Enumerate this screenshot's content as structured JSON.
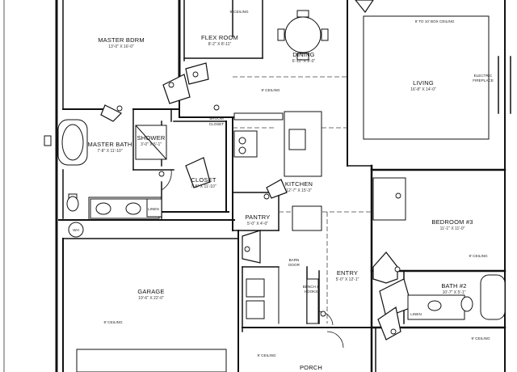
{
  "rooms": [
    {
      "key": "master_bdrm",
      "name": "MASTER BDRM",
      "dims": "13'-0\" X 16'-0\""
    },
    {
      "key": "flex_room",
      "name": "FLEX ROOM",
      "dims": "8'-2\" X 8'-11\""
    },
    {
      "key": "dining",
      "name": "DINING",
      "dims": "6'-11\" X 9'-0\""
    },
    {
      "key": "living",
      "name": "LIVING",
      "dims": "16'-8\" X 14'-0\""
    },
    {
      "key": "master_bath",
      "name": "MASTER BATH",
      "dims": "7'-8\" X 11'-10\""
    },
    {
      "key": "shower",
      "name": "SHOWER",
      "dims": "3'-0\" X 5'-1\""
    },
    {
      "key": "closet",
      "name": "CLOSET",
      "dims": "7'-5\" X 11'-10\""
    },
    {
      "key": "kitchen",
      "name": "KITCHEN",
      "dims": "12'-7\" X 15'-3\""
    },
    {
      "key": "pantry",
      "name": "PANTRY",
      "dims": "5'-0\" X 4'-0\""
    },
    {
      "key": "bedroom3",
      "name": "BEDROOM #3",
      "dims": "11'-1\" X 11'-0\""
    },
    {
      "key": "garage",
      "name": "GARAGE",
      "dims": "19'-6\" X 22'-0\""
    },
    {
      "key": "entry",
      "name": "ENTRY",
      "dims": "5'-0\" X 12'-1\""
    },
    {
      "key": "bath2",
      "name": "BATH #2",
      "dims": "10'-7\" X 5'-1\""
    },
    {
      "key": "porch",
      "name": "PORCH",
      "dims": ""
    }
  ],
  "notes": {
    "ceiling_flex": "9' CEILING",
    "box_ceiling": "9' TO 10' BOX CEILING",
    "ceiling_hall": "9' CEILING",
    "broom_closet_1": "BROOM",
    "broom_closet_2": "CLOSET",
    "electric_1": "ELECTRIC",
    "electric_2": "FIREPLACE",
    "linen_master": "LINEN",
    "linen_bath2": "LINEN",
    "ceiling_bed3": "9' CEILING",
    "ceiling_bath2": "9' CEILING",
    "barn_1": "BARN",
    "barn_2": "DOOR",
    "bench_1": "BENCH &",
    "bench_2": "HOOKS",
    "ceiling_garage": "9' CEILING",
    "ceiling_porch": "9' CEILING",
    "wh": "WH"
  }
}
